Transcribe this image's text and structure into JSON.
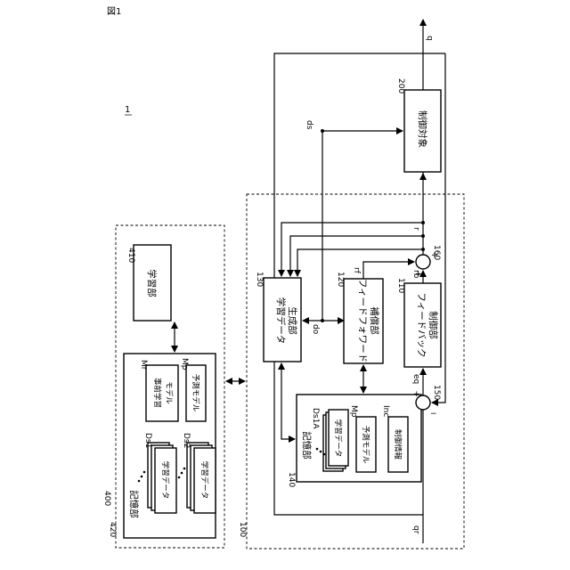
{
  "figure_label": "図1",
  "system_ref": "1",
  "labels": {
    "r100": "100",
    "r110": "110",
    "r120": "120",
    "r130": "130",
    "r140": "140",
    "r150": "150",
    "r160": "160",
    "r200": "200",
    "r400": "400",
    "r410": "410",
    "r420": "420"
  },
  "blocks": {
    "fb_line1": "フィードバック",
    "fb_line2": "制御部",
    "ff_line1": "フィードフォワード",
    "ff_line2": "補償部",
    "gen_line1": "学習データ",
    "gen_line2": "生成部",
    "plant": "制御対象",
    "store140": "記憶部",
    "learn410": "学習部",
    "store420": "記憶部"
  },
  "items": {
    "ds1a_ref": "Ds1A",
    "ds1a_text": "学習データ",
    "mp_ref": "Mp",
    "mp_text": "予測モデル",
    "inc_ref": "Inc",
    "inc_text": "制御情報",
    "mr_ref": "Mr",
    "mr_line1": "事前学習",
    "mr_line2": "モデル",
    "mp2_ref": "Mp",
    "mp2_text": "予測モデル",
    "ds1_ref": "Ds1",
    "ds1_text": "学習データ",
    "ds2_ref": "Ds2",
    "ds2_text": "学習データ"
  },
  "signals": {
    "q": "q",
    "ds": "ds",
    "r": "r",
    "rf": "rf",
    "rb": "rb",
    "do": "do",
    "eq": "eq",
    "qr": "qr"
  },
  "signs": {
    "s160_a": "+",
    "s160_b": "+",
    "s150_a": "+",
    "s150_b": "−"
  }
}
